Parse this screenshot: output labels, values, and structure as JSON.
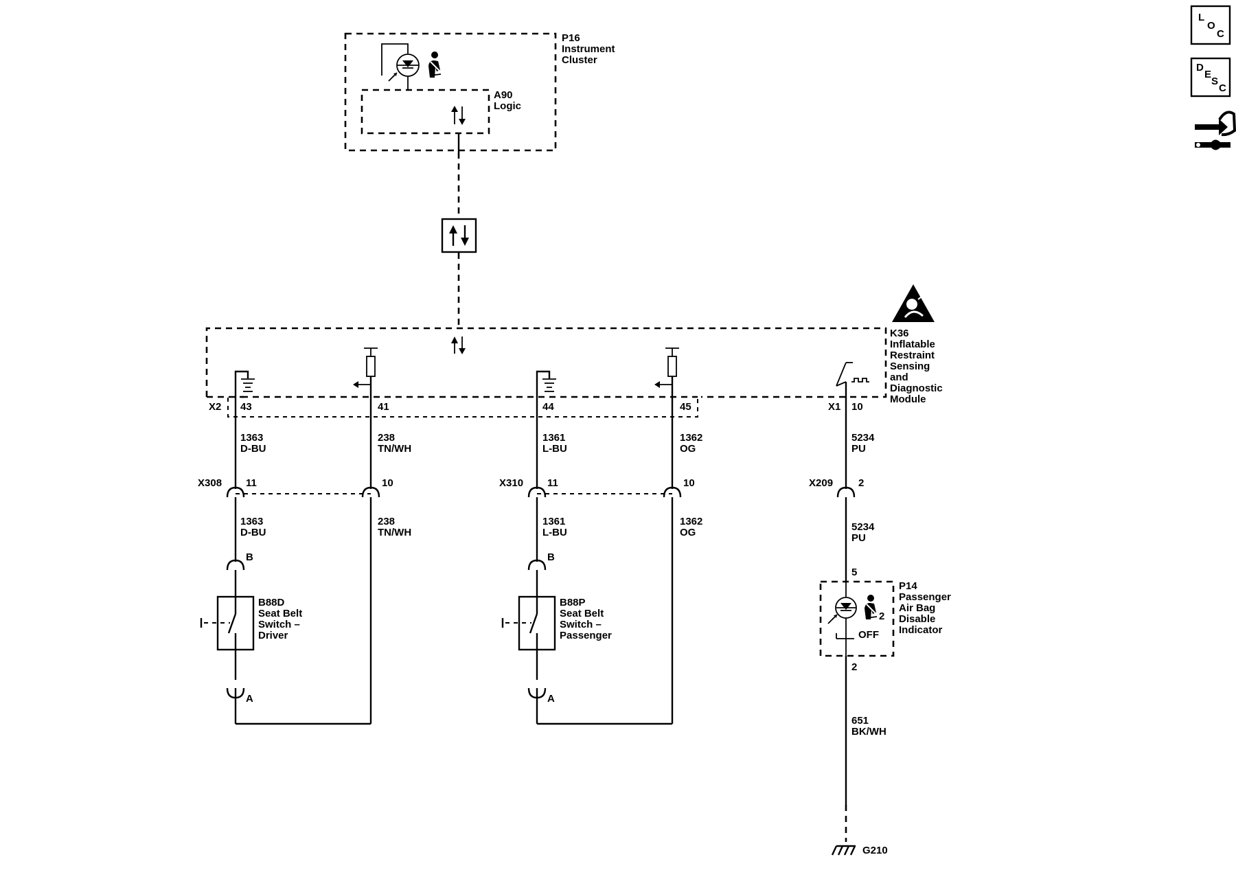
{
  "modules": {
    "p16": {
      "ref": "P16",
      "name_l1": "Instrument",
      "name_l2": "Cluster"
    },
    "a90": {
      "ref": "A90",
      "name": "Logic"
    },
    "k36": {
      "ref": "K36",
      "name_l1": "Inflatable",
      "name_l2": "Restraint",
      "name_l3": "Sensing",
      "name_l4": "and",
      "name_l5": "Diagnostic",
      "name_l6": "Module"
    },
    "p14": {
      "ref": "P14",
      "name_l1": "Passenger",
      "name_l2": "Air Bag",
      "name_l3": "Disable",
      "name_l4": "Indicator",
      "state": "OFF",
      "pin2_mark": "2"
    }
  },
  "connectors": {
    "x2": {
      "name": "X2",
      "pins": [
        "43",
        "41",
        "44",
        "45"
      ]
    },
    "x1": {
      "name": "X1",
      "pin": "10"
    },
    "x308": {
      "name": "X308",
      "pin_a": "11",
      "pin_b": "10"
    },
    "x310": {
      "name": "X310",
      "pin_a": "11",
      "pin_b": "10"
    },
    "x209": {
      "name": "X209",
      "pin": "2"
    }
  },
  "wires": [
    {
      "circuit": "1363",
      "color": "D-BU"
    },
    {
      "circuit": "238",
      "color": "TN/WH"
    },
    {
      "circuit": "1361",
      "color": "L-BU"
    },
    {
      "circuit": "1362",
      "color": "OG"
    },
    {
      "circuit": "5234",
      "color": "PU"
    },
    {
      "circuit": "651",
      "color": "BK/WH"
    }
  ],
  "switches": {
    "b88d": {
      "ref": "B88D",
      "name_l1": "Seat Belt",
      "name_l2": "Switch –",
      "name_l3": "Driver",
      "pin_top": "B",
      "pin_bottom": "A"
    },
    "b88p": {
      "ref": "B88P",
      "name_l1": "Seat Belt",
      "name_l2": "Switch –",
      "name_l3": "Passenger",
      "pin_top": "B",
      "pin_bottom": "A"
    }
  },
  "indicator_pins": {
    "top": "5",
    "bottom": "2"
  },
  "ground": {
    "name": "G210"
  },
  "side_icons": {
    "loc": {
      "l1": "L",
      "l2": "O",
      "l3": "C",
      "icon": "location-icon"
    },
    "desc": {
      "l1": "D",
      "l2": "E",
      "l3": "S",
      "l4": "C",
      "icon": "description-icon"
    },
    "repair": {
      "icon": "repair-hand-wrench-icon"
    }
  },
  "warning_icon": "airbag-warning-icon"
}
